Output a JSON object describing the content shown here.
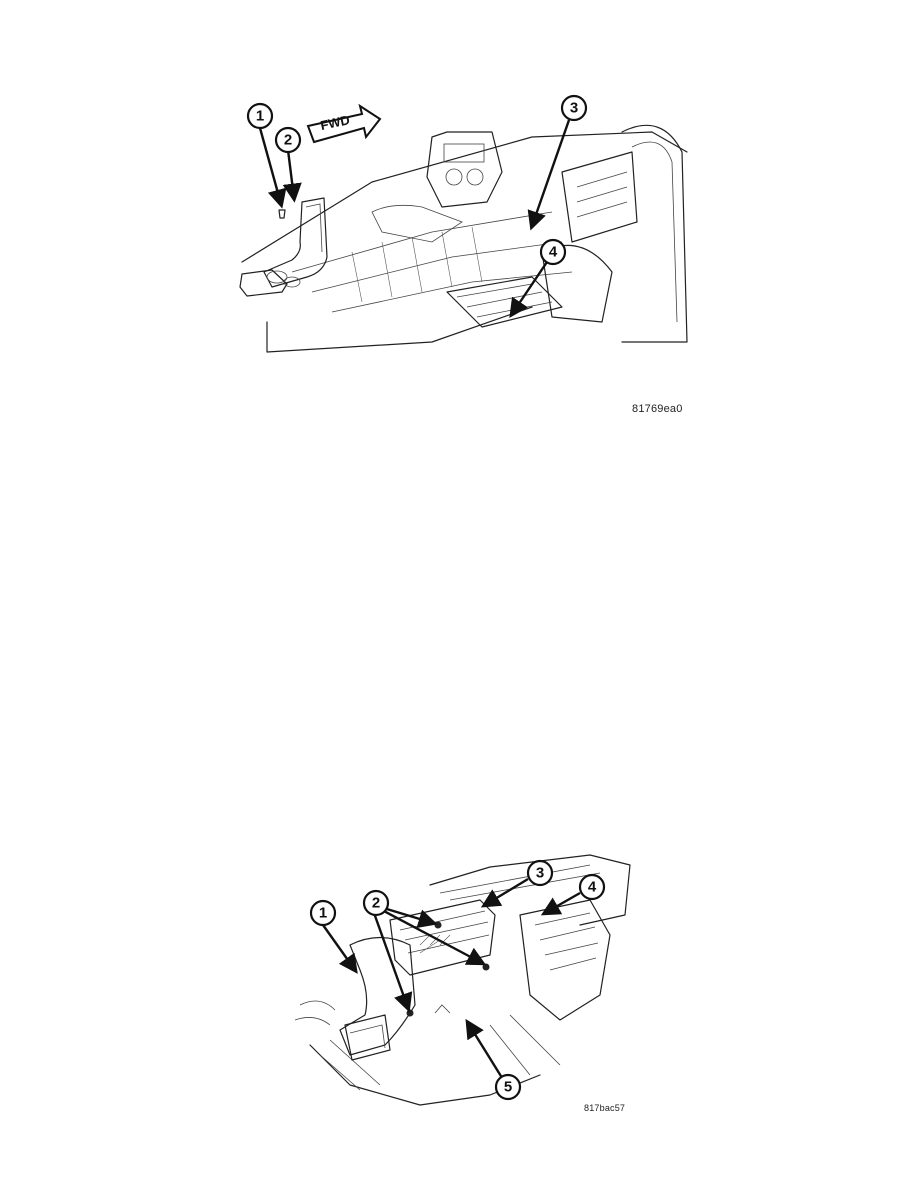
{
  "figure1": {
    "figure_id": "81769ea0",
    "direction_label": "FWD",
    "callouts": [
      "1",
      "2",
      "3",
      "4"
    ]
  },
  "figure2": {
    "figure_id": "817bac57",
    "callouts": [
      "1",
      "2",
      "3",
      "4",
      "5"
    ]
  }
}
